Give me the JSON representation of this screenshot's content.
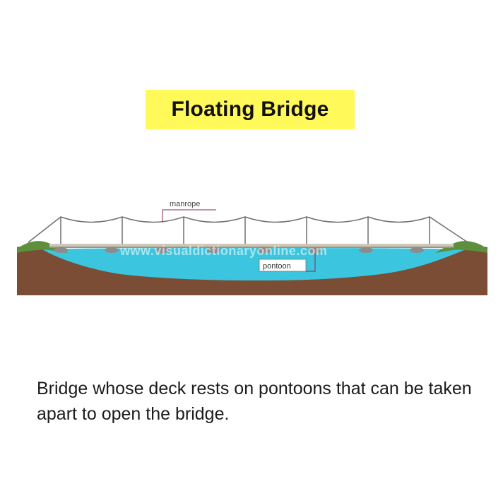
{
  "title": "Floating Bridge",
  "labels": {
    "manrope": "manrope",
    "pontoon": "pontoon"
  },
  "watermark": "www.visualdictionaryonline.com",
  "caption": "Bridge whose deck rests on pontoons that can be taken apart to open the bridge.",
  "colors": {
    "title_highlight": "#fff95a",
    "ground": "#7a4d34",
    "water": "#3cc5de",
    "grass": "#5d8f3c",
    "rope": "#6f6f6f",
    "label_line": "#8a2a4a"
  }
}
